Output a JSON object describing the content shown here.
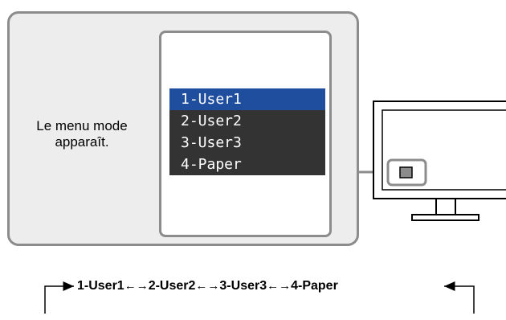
{
  "caption": {
    "line1": "Le menu mode",
    "line2": "apparaît."
  },
  "menu": {
    "items": [
      {
        "label": "1-User1",
        "selected": true
      },
      {
        "label": "2-User2",
        "selected": false
      },
      {
        "label": "3-User3",
        "selected": false
      },
      {
        "label": "4-Paper",
        "selected": false
      }
    ]
  },
  "cycle": {
    "items": [
      "1-User1",
      "2-User2",
      "3-User3",
      "4-Paper"
    ],
    "separator": "←→"
  },
  "colors": {
    "panel_border": "#8c8c8c",
    "panel_fill": "#ededed",
    "menu_bg": "#333333",
    "menu_selected": "#1f4e9e"
  }
}
